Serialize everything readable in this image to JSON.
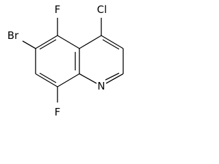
{
  "molecule": {
    "atoms": {
      "br": "Br",
      "f5": "F",
      "cl": "Cl",
      "f8": "F",
      "n": "N"
    }
  }
}
